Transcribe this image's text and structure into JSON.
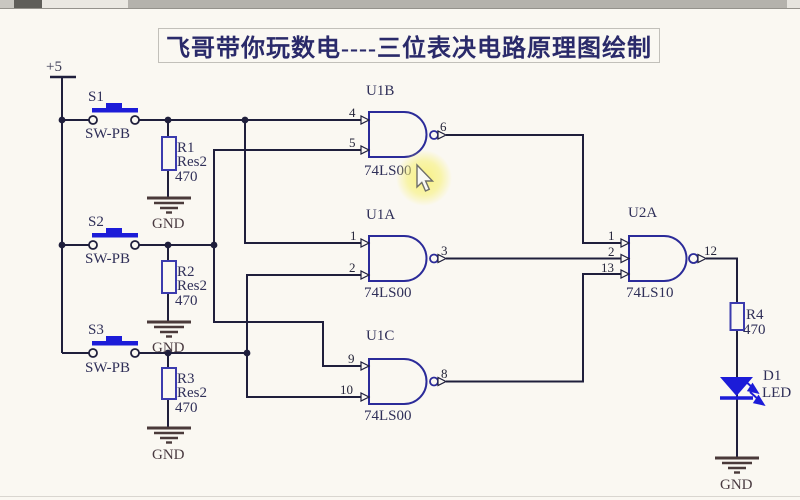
{
  "title": "飞哥带你玩数电----三位表决电路原理图绘制",
  "power_rail": {
    "label": "+5"
  },
  "ground_label": "GND",
  "switches": [
    {
      "ref": "S1",
      "model": "SW-PB"
    },
    {
      "ref": "S2",
      "model": "SW-PB"
    },
    {
      "ref": "S3",
      "model": "SW-PB"
    }
  ],
  "resistors": [
    {
      "ref": "R1",
      "model": "Res2",
      "value": "470"
    },
    {
      "ref": "R2",
      "model": "Res2",
      "value": "470"
    },
    {
      "ref": "R3",
      "model": "Res2",
      "value": "470"
    },
    {
      "ref": "R4",
      "value": "470"
    }
  ],
  "gates": [
    {
      "ref": "U1B",
      "part": "74LS00",
      "pin_in1": "4",
      "pin_in2": "5",
      "pin_out": "6"
    },
    {
      "ref": "U1A",
      "part": "74LS00",
      "pin_in1": "1",
      "pin_in2": "2",
      "pin_out": "3"
    },
    {
      "ref": "U1C",
      "part": "74LS00",
      "pin_in1": "9",
      "pin_in2": "10",
      "pin_out": "8"
    },
    {
      "ref": "U2A",
      "part": "74LS10",
      "pin_in1": "1",
      "pin_in2": "2",
      "pin_in3": "13",
      "pin_out": "12"
    }
  ],
  "led": {
    "ref": "D1",
    "model": "LED"
  },
  "colors": {
    "background": "#faf8f2",
    "wire": "#1f1f3c",
    "gate_outline": "#2b2b99",
    "resistor_outline": "#3b3bae",
    "solid_blue": "#1c1cd8",
    "label_text": "#2f2f58",
    "pin_text": "#26263a",
    "gnd_symbol": "#4a3a3a",
    "title_text": "#2a2a6a",
    "cursor_highlight": "#f7f06e"
  }
}
